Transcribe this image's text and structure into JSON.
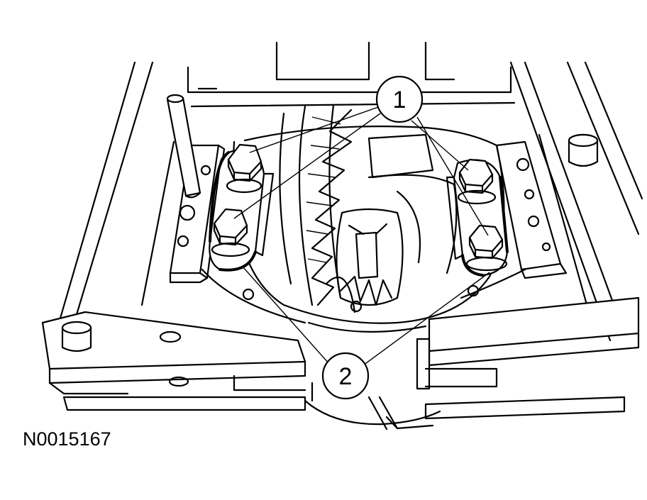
{
  "figure": {
    "id": "N0015167",
    "callouts": [
      {
        "label": "1"
      },
      {
        "label": "2"
      }
    ],
    "icons": [
      "bolt-icon",
      "bearing-cap-icon",
      "ring-gear-icon",
      "alignment-pin-icon"
    ]
  }
}
